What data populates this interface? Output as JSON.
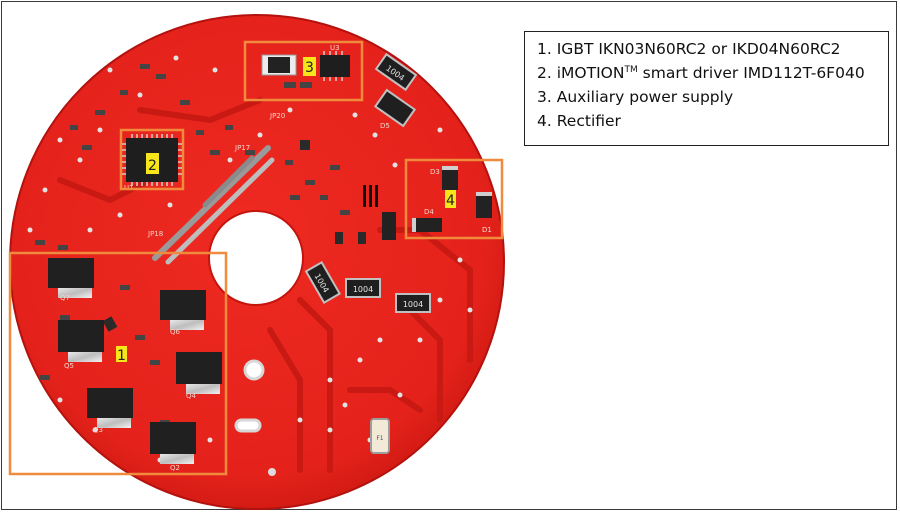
{
  "legend": {
    "items": [
      {
        "num": "1.",
        "text": "IGBT IKN03N60RC2 or IKD04N60RC2"
      },
      {
        "num": "2.",
        "text_pre": "iMOTION",
        "text_sup": "TM",
        "text_post": " smart driver IMD112T-6F040"
      },
      {
        "num": "3.",
        "text": "Auxiliary power supply"
      },
      {
        "num": "4.",
        "text": "Rectifier"
      }
    ]
  },
  "markers": [
    {
      "label": "1"
    },
    {
      "label": "2"
    },
    {
      "label": "3"
    },
    {
      "label": "4"
    }
  ],
  "component_markings": {
    "resistor_a": "1004",
    "resistor_b": "1004",
    "resistor_c": "1004",
    "resistor_d": "1004",
    "fuse": "F1",
    "ref_q7": "Q7",
    "ref_q5": "Q5",
    "ref_q3": "Q3",
    "ref_q6": "Q6",
    "ref_q4": "Q4",
    "ref_q2": "Q2",
    "ref_u1": "U1",
    "ref_u3": "U3",
    "ref_d5": "D5",
    "ref_d1": "D1",
    "ref_d4": "D4",
    "ref_d3": "D3",
    "ref_jp17": "JP17",
    "ref_jp18": "JP18",
    "ref_jp20": "JP20"
  },
  "colors": {
    "board": "#e4221b",
    "board_shadow": "#b3120e",
    "highlight_box": "#f08a3c",
    "marker_bg": "#f6e61a",
    "chip": "#2a2a2a",
    "pad": "#cfcfcf"
  }
}
